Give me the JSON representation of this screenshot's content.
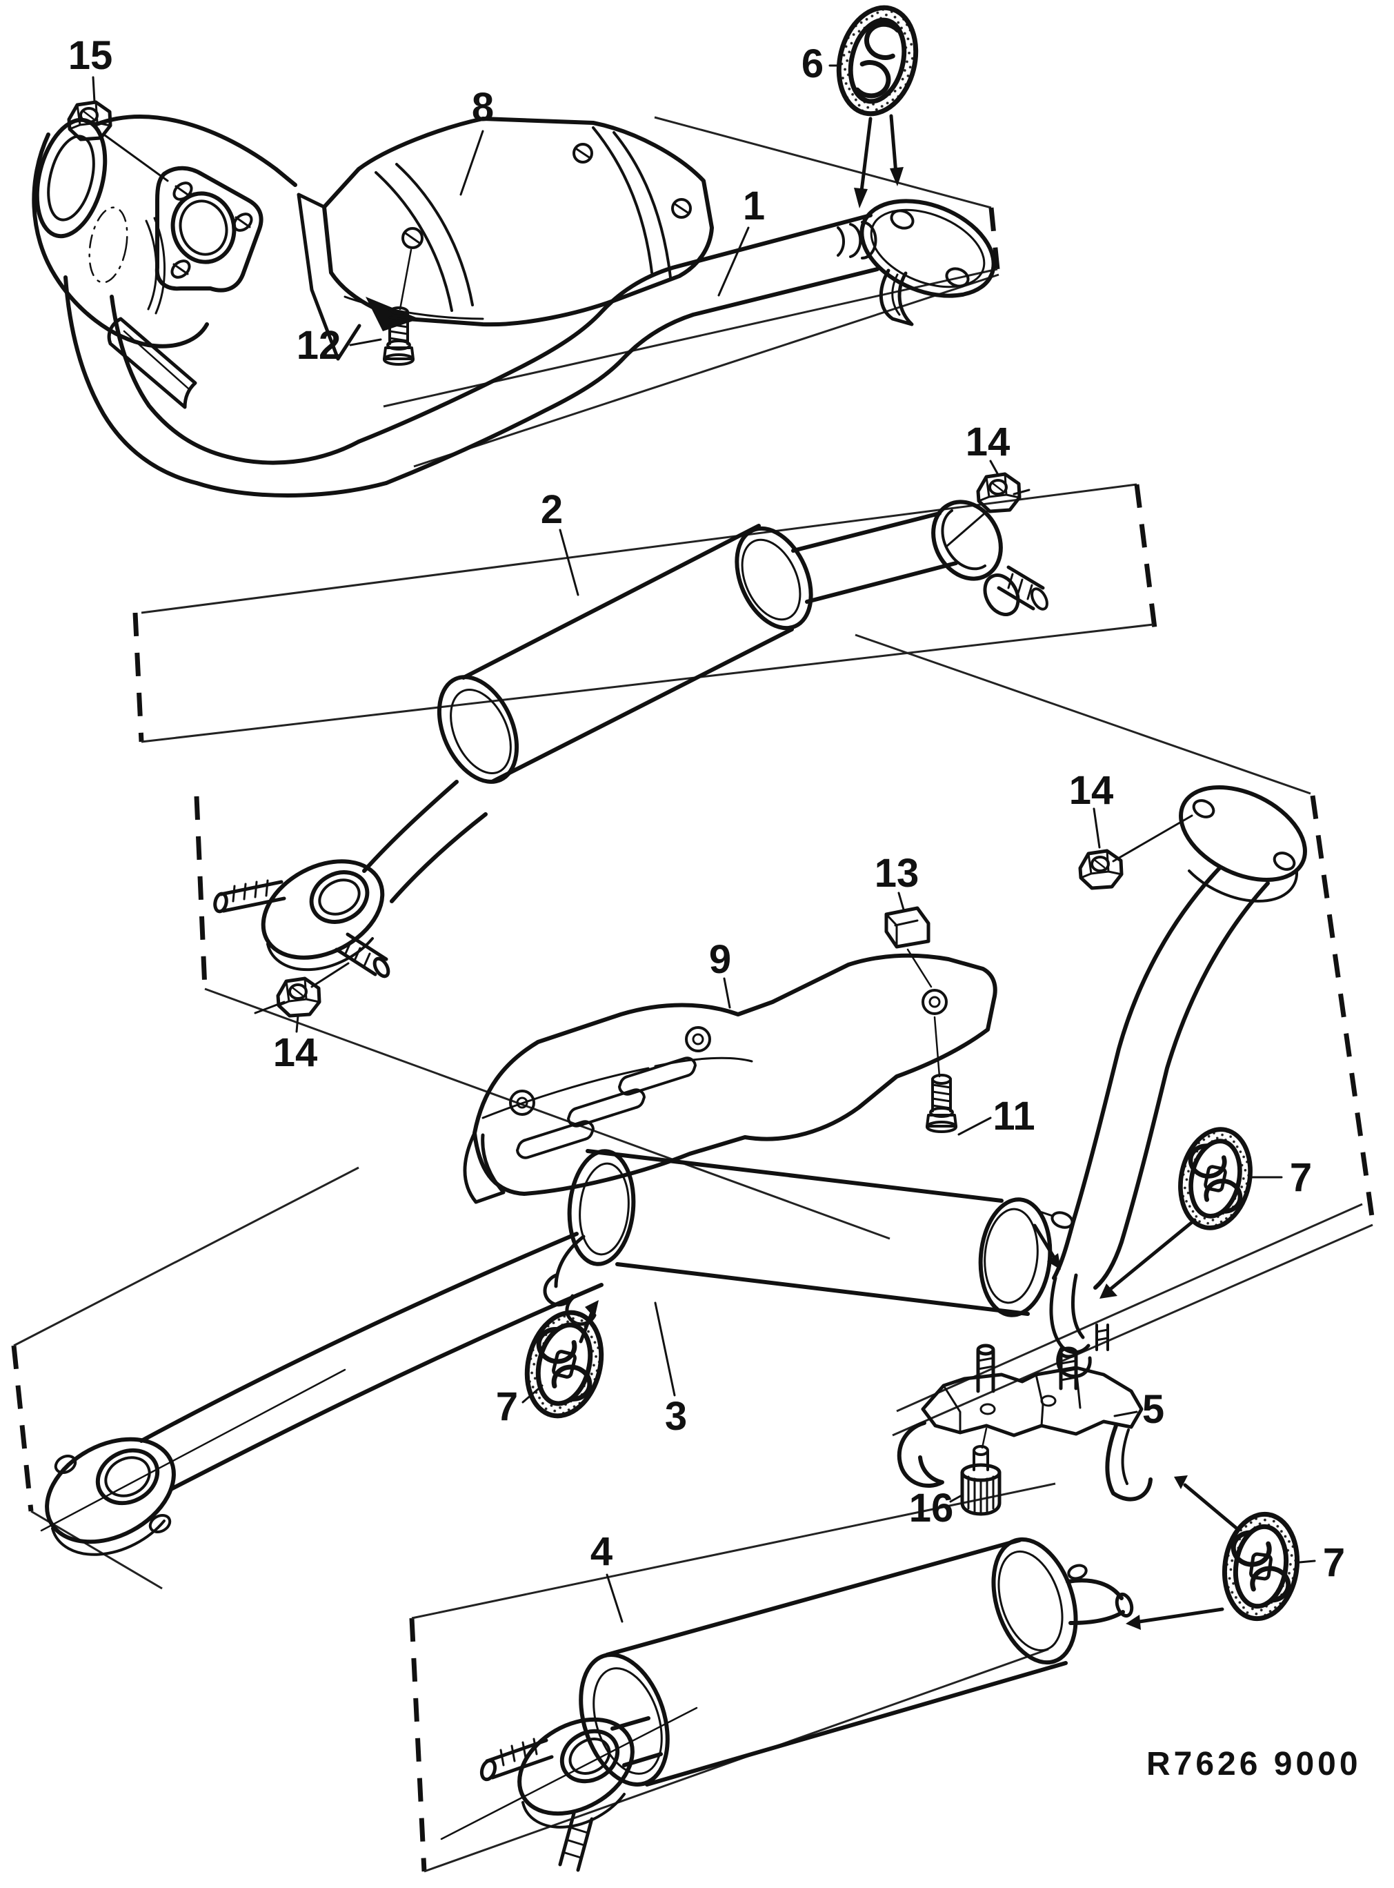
{
  "reference_code": "R7626 9000",
  "callouts": [
    {
      "text": "15",
      "part": "manifold-flange-nut"
    },
    {
      "text": "8",
      "part": "front-pipe-heat-shield"
    },
    {
      "text": "6",
      "part": "rubber-hanger-front-pipe"
    },
    {
      "text": "1",
      "part": "front-exhaust-pipe"
    },
    {
      "text": "12",
      "part": "front-heat-shield-screw"
    },
    {
      "text": "2",
      "part": "front-muffler"
    },
    {
      "text": "14",
      "part": "front-muffler-outlet-clamp-nut"
    },
    {
      "text": "14",
      "part": "front-muffler-inlet-flange-nut"
    },
    {
      "text": "13",
      "part": "heat-shield-clip-nut"
    },
    {
      "text": "9",
      "part": "centre-heat-shield"
    },
    {
      "text": "11",
      "part": "centre-heat-shield-screw"
    },
    {
      "text": "14",
      "part": "tailpipe-flange-nut"
    },
    {
      "text": "7",
      "part": "rubber-hanger-centre-left"
    },
    {
      "text": "3",
      "part": "centre-muffler-section"
    },
    {
      "text": "7",
      "part": "rubber-hanger-centre-right"
    },
    {
      "text": "5",
      "part": "rear-hanger-bracket"
    },
    {
      "text": "16",
      "part": "bracket-knurled-nut"
    },
    {
      "text": "4",
      "part": "rear-muffler"
    },
    {
      "text": "7",
      "part": "rubber-hanger-rear"
    }
  ]
}
